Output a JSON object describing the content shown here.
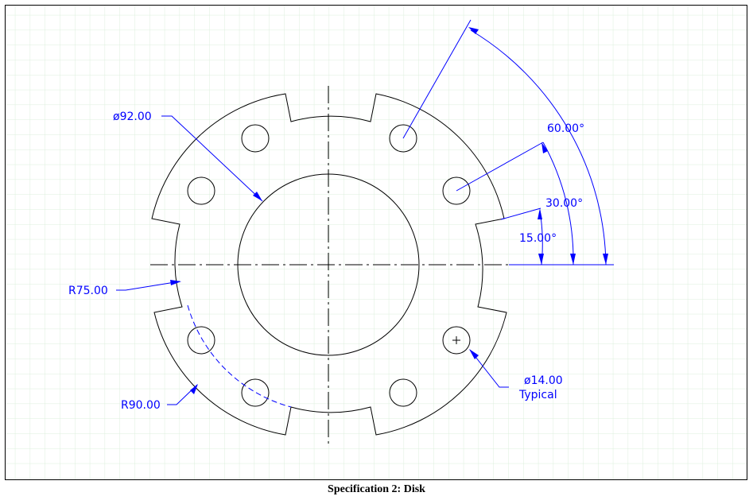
{
  "caption": "Specification 2: Disk",
  "colors": {
    "dimension": "#0000ff",
    "geometry": "#000000",
    "grid": "#d8ecd8",
    "background": "#ffffff"
  },
  "dimensions": {
    "bore_diameter": "ø92.00",
    "inner_radius": "R75.00",
    "outer_radius": "R90.00",
    "hole_diameter": "ø14.00",
    "hole_note": "Typical",
    "angle_small": "15.00°",
    "angle_medium": "30.00°",
    "angle_large": "60.00°"
  }
}
